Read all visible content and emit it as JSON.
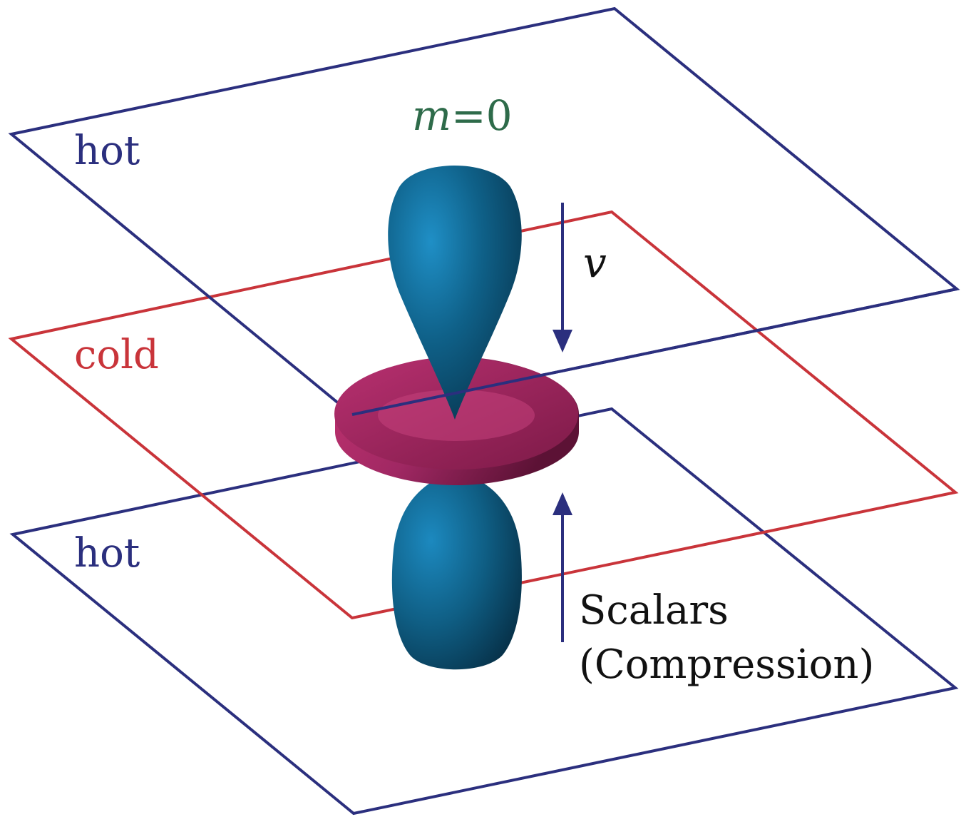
{
  "labels": {
    "top_plane": "hot",
    "middle_plane": "cold",
    "bottom_plane": "hot",
    "mode_var": "m",
    "mode_eq": "=0",
    "velocity": "v",
    "scalars_line1": "Scalars",
    "scalars_line2": "(Compression)"
  },
  "colors": {
    "hot": "#2b2f7e",
    "cold": "#c9343a",
    "mode": "#2e6b4a",
    "lobe": "#0e5a80",
    "torus": "#a82b68",
    "arrow": "#2b2f7e",
    "text": "#111111"
  }
}
